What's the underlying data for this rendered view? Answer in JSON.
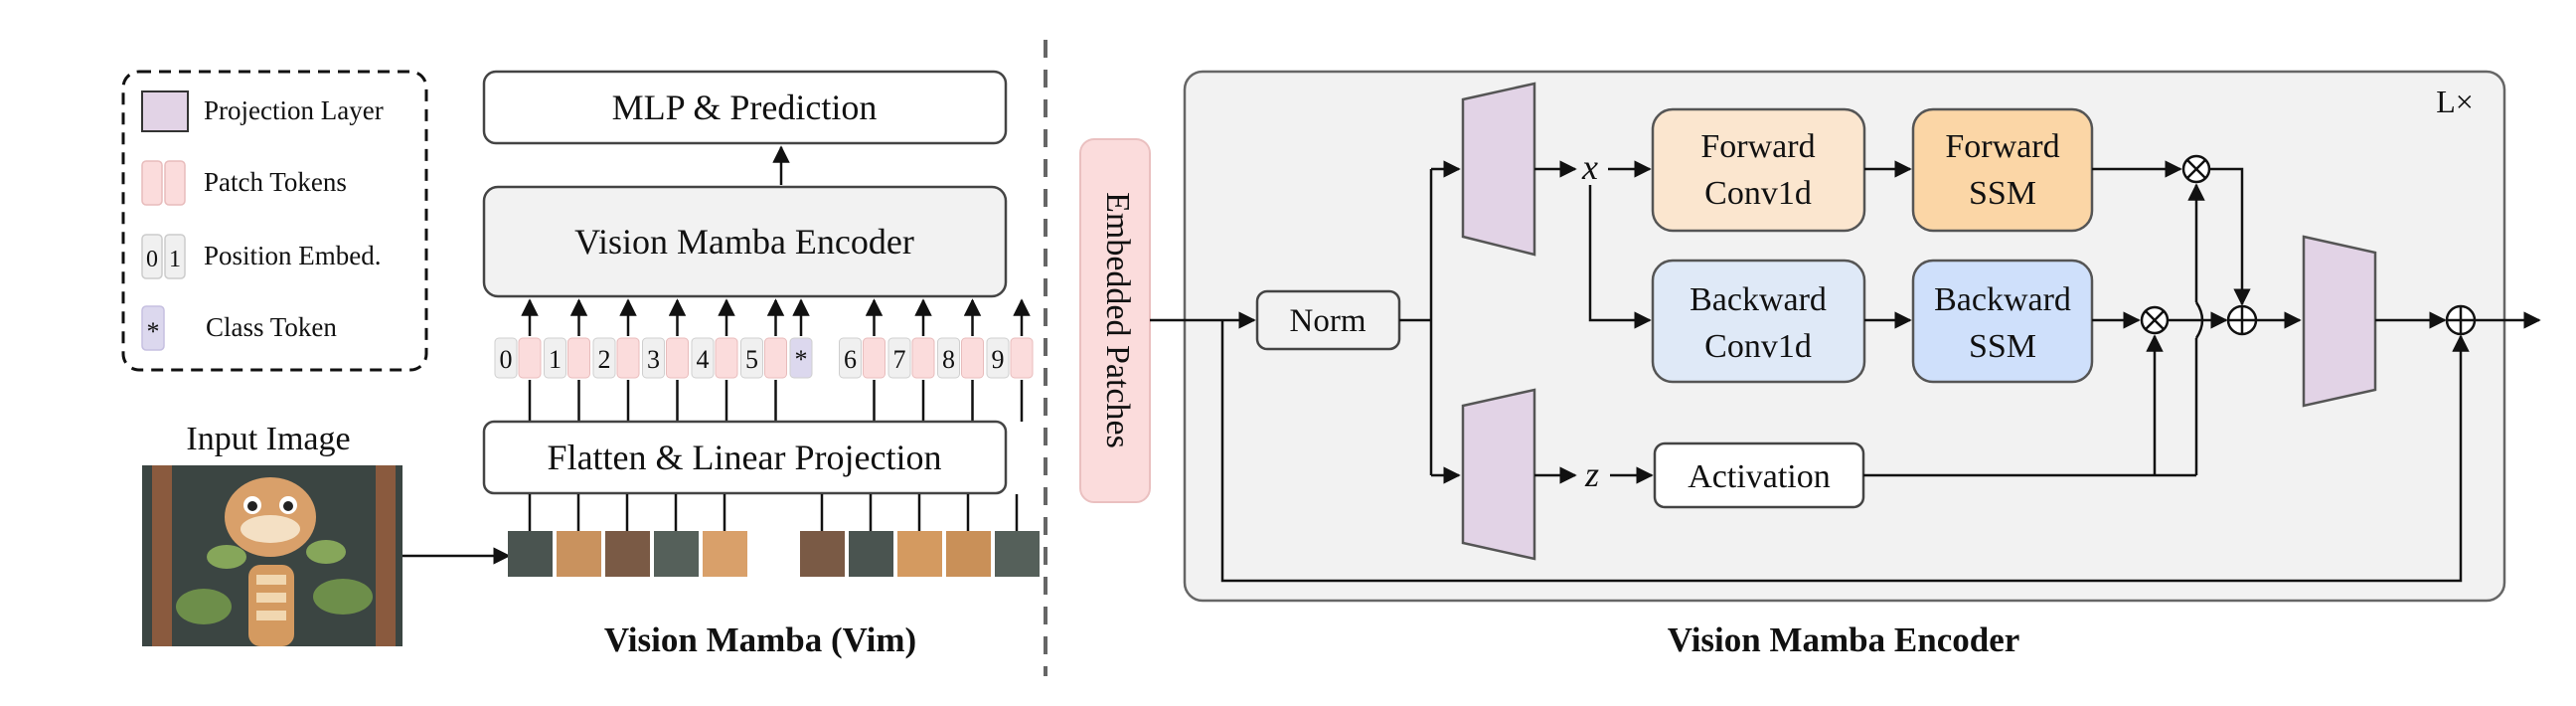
{
  "legend": {
    "items": [
      {
        "icon": "projection-layer-icon",
        "label": "Projection Layer"
      },
      {
        "icon": "patch-tokens-icon",
        "label": "Patch Tokens"
      },
      {
        "icon": "position-embed-icon",
        "label": "Position Embed.",
        "digits": [
          "0",
          "1"
        ]
      },
      {
        "icon": "class-token-icon",
        "label": "Class Token",
        "symbol": "*"
      }
    ]
  },
  "vim": {
    "input_image_label": "Input Image",
    "input_image_desc": "cartoon snake",
    "mlp_label": "MLP & Prediction",
    "encoder_label": "Vision Mamba Encoder",
    "flatten_label": "Flatten & Linear Projection",
    "caption": "Vision Mamba (Vim)",
    "positions": [
      "0",
      "1",
      "2",
      "3",
      "4",
      "5",
      "*",
      "6",
      "7",
      "8",
      "9"
    ]
  },
  "encoder": {
    "embedded_patches_label": "Embedded Patches",
    "repeat_label": "L×",
    "norm_label": "Norm",
    "x_symbol": "x",
    "z_symbol": "z",
    "forward_conv": [
      "Forward",
      "Conv1d"
    ],
    "forward_ssm": [
      "Forward",
      "SSM"
    ],
    "backward_conv": [
      "Backward",
      "Conv1d"
    ],
    "backward_ssm": [
      "Backward",
      "SSM"
    ],
    "activation_label": "Activation",
    "multiply_symbol": "⊗",
    "add_symbol": "⊕",
    "caption": "Vision Mamba Encoder"
  },
  "colors": {
    "projection": "#e2d3e6",
    "patch": "#fbdcdc",
    "class_token": "#dcd8ee",
    "forward": "#fbe6cf",
    "forward_ssm": "#fbd6a6",
    "backward": "#dfe9f7",
    "backward_ssm": "#cfe0fb",
    "panel": "#f2f2f2",
    "embedded": "#fbdcdc"
  }
}
